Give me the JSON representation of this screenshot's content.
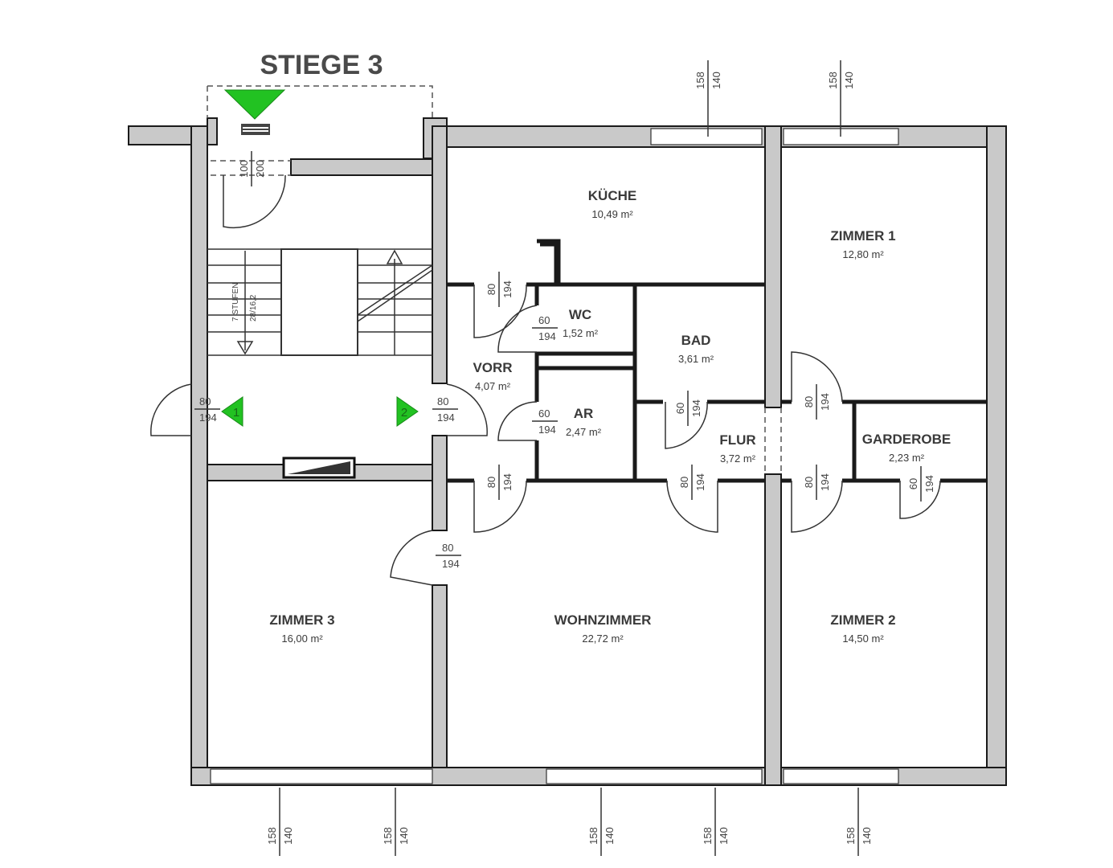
{
  "title": "STIEGE 3",
  "colors": {
    "marker": "#22c222",
    "wall": "#c9c9c9",
    "line": "#1a1a1a"
  },
  "rooms": [
    {
      "name": "KÜCHE",
      "area": "10,49 m²"
    },
    {
      "name": "ZIMMER 1",
      "area": "12,80 m²"
    },
    {
      "name": "WC",
      "area": "1,52 m²"
    },
    {
      "name": "BAD",
      "area": "3,61 m²"
    },
    {
      "name": "VORR",
      "area": "4,07 m²"
    },
    {
      "name": "AR",
      "area": "2,47 m²"
    },
    {
      "name": "FLUR",
      "area": "3,72 m²"
    },
    {
      "name": "GARDEROBE",
      "area": "2,23 m²"
    },
    {
      "name": "ZIMMER 3",
      "area": "16,00 m²"
    },
    {
      "name": "WOHNZIMMER",
      "area": "22,72 m²"
    },
    {
      "name": "ZIMMER 2",
      "area": "14,50 m²"
    }
  ],
  "doors": [
    {
      "w": "100",
      "h": "200"
    },
    {
      "w": "80",
      "h": "194"
    },
    {
      "w": "80",
      "h": "194"
    },
    {
      "w": "80",
      "h": "194"
    },
    {
      "w": "60",
      "h": "194"
    },
    {
      "w": "60",
      "h": "194"
    },
    {
      "w": "80",
      "h": "194"
    },
    {
      "w": "80",
      "h": "194"
    },
    {
      "w": "60",
      "h": "194"
    },
    {
      "w": "80",
      "h": "194"
    },
    {
      "w": "80",
      "h": "194"
    },
    {
      "w": "80",
      "h": "194"
    },
    {
      "w": "60",
      "h": "194"
    }
  ],
  "windows": [
    {
      "w": "158",
      "h": "140"
    },
    {
      "w": "158",
      "h": "140"
    },
    {
      "w": "158",
      "h": "140"
    },
    {
      "w": "158",
      "h": "140"
    },
    {
      "w": "158",
      "h": "140"
    },
    {
      "w": "158",
      "h": "140"
    },
    {
      "w": "158",
      "h": "140"
    }
  ],
  "stair": {
    "steps": "7 STUFEN",
    "ratio": "28/16,2"
  },
  "markers": [
    "1",
    "2"
  ]
}
